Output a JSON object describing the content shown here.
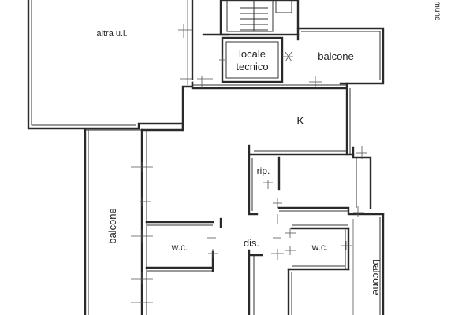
{
  "rooms": {
    "altra_ui": "altra u.i.",
    "locale_line1": "locale",
    "locale_line2": "tecnico",
    "balcone_top": "balcone",
    "kitchen": "K",
    "ripostiglio": "rip.",
    "balcone_left": "balcone",
    "wc_left": "w.c.",
    "disimpegno": "dis.",
    "wc_right": "w.c.",
    "balcone_right": "balcone"
  },
  "margin_text": "mune"
}
